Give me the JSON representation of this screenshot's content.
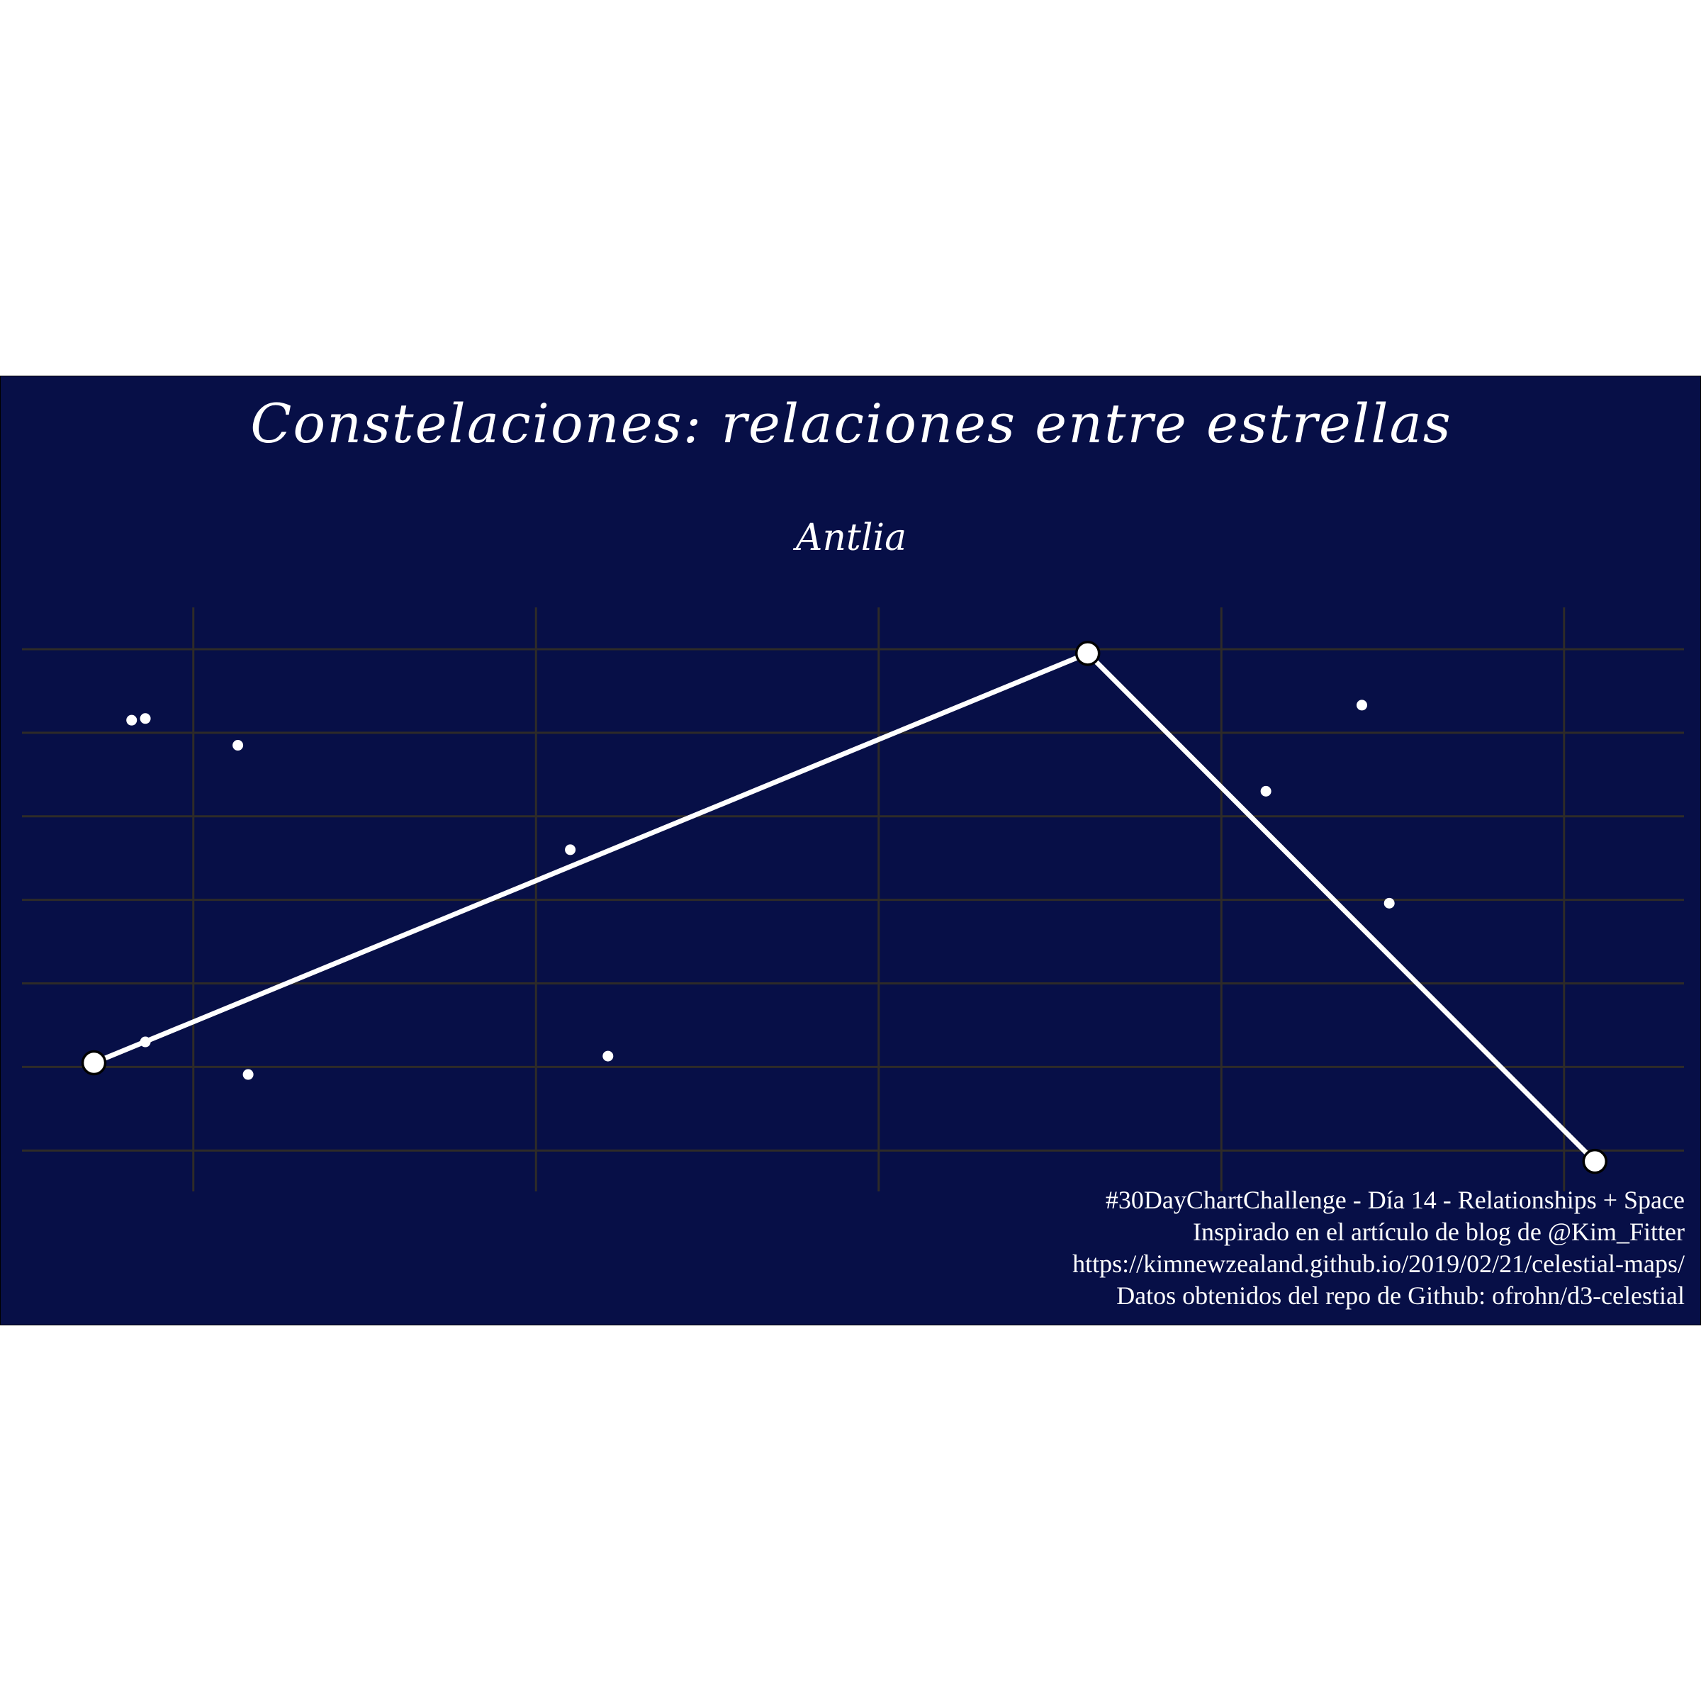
{
  "chart_data": {
    "type": "scatter",
    "title": "Constelaciones: relaciones entre estrellas",
    "subtitle": "Antlia",
    "xlabel": "",
    "ylabel": "",
    "grid": true,
    "xlim": [
      1.0,
      5.85
    ],
    "ylim": [
      -1.15,
      5.5
    ],
    "x_gridlines": [
      1.5,
      2.5,
      3.5,
      4.5,
      5.5
    ],
    "y_gridlines": [
      -1,
      0,
      1,
      2,
      3,
      4,
      5
    ],
    "background_stars": [
      {
        "x": 1.32,
        "y": 4.15
      },
      {
        "x": 1.36,
        "y": 4.17
      },
      {
        "x": 1.63,
        "y": 3.85
      },
      {
        "x": 1.36,
        "y": 0.3
      },
      {
        "x": 1.66,
        "y": -0.09
      },
      {
        "x": 2.6,
        "y": 2.6
      },
      {
        "x": 2.71,
        "y": 0.13
      },
      {
        "x": 4.63,
        "y": 3.3
      },
      {
        "x": 4.91,
        "y": 4.33
      },
      {
        "x": 4.99,
        "y": 1.96
      }
    ],
    "constellation_line": [
      {
        "x": 1.21,
        "y": 0.05
      },
      {
        "x": 4.11,
        "y": 4.95
      },
      {
        "x": 5.59,
        "y": -1.13
      }
    ]
  },
  "caption": [
    "#30DayChartChallenge - Día 14 - Relationships + Space",
    "Inspirado en el artículo de blog de @Kim_Fitter",
    "https://kimnewzealand.github.io/2019/02/21/celestial-maps/",
    "Datos obtenidos del repo de Github: ofrohn/d3-celestial"
  ],
  "colors": {
    "background": "#070f47",
    "grid": "#2e2b28",
    "stars": "#ffffff",
    "line": "#ffffff",
    "outline": "#000000"
  }
}
